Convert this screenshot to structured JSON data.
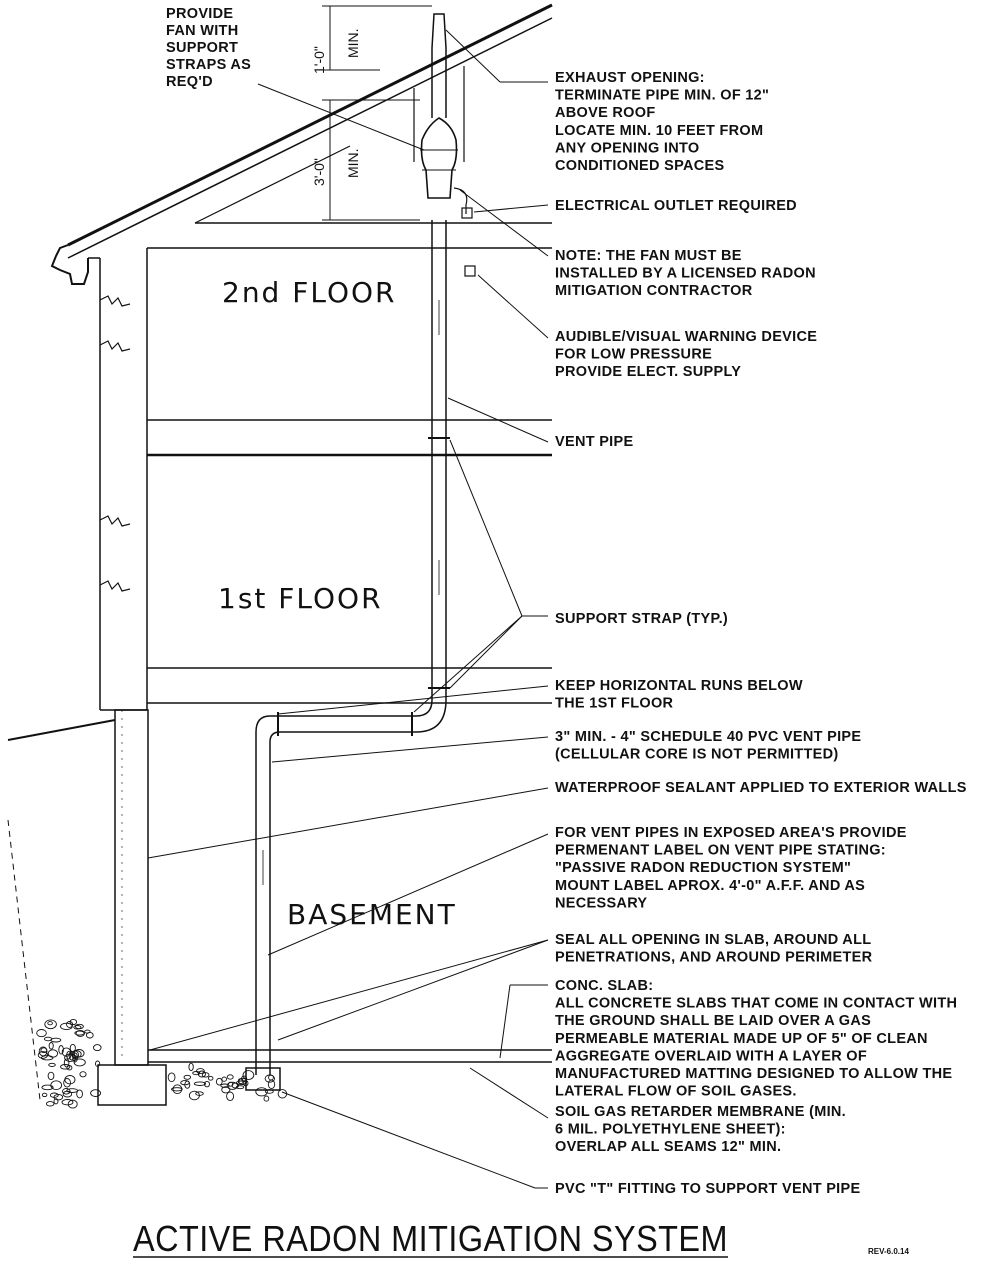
{
  "diagram": {
    "title": "ACTIVE RADON MITIGATION SYSTEM",
    "revision": "REV-6.0.14",
    "floors": {
      "second": "2nd FLOOR",
      "first": "1st FLOOR",
      "basement": "BASEMENT"
    },
    "dimensions": {
      "roof_clearance_value": "1'-0\"",
      "roof_clearance_note": "MIN.",
      "fan_height_value": "3'-0\"",
      "fan_height_note": "MIN."
    },
    "fan_note": [
      "PROVIDE",
      "FAN WITH",
      "SUPPORT",
      "STRAPS AS",
      "REQ'D"
    ],
    "callouts": [
      [
        "EXHAUST OPENING:",
        "TERMINATE PIPE MIN. OF 12\"",
        "ABOVE ROOF",
        "LOCATE MIN. 10 FEET FROM",
        "ANY OPENING INTO",
        "CONDITIONED SPACES"
      ],
      [
        "ELECTRICAL OUTLET REQUIRED"
      ],
      [
        "NOTE: THE FAN MUST BE",
        "INSTALLED BY A LICENSED RADON",
        "MITIGATION CONTRACTOR"
      ],
      [
        "AUDIBLE/VISUAL WARNING DEVICE",
        "FOR LOW PRESSURE",
        "PROVIDE ELECT. SUPPLY"
      ],
      [
        "VENT PIPE"
      ],
      [
        "SUPPORT STRAP (TYP.)"
      ],
      [
        "KEEP HORIZONTAL RUNS BELOW",
        "THE 1ST FLOOR"
      ],
      [
        "3\" MIN. - 4\" SCHEDULE 40 PVC VENT PIPE",
        "(CELLULAR CORE IS NOT PERMITTED)"
      ],
      [
        "WATERPROOF SEALANT APPLIED TO EXTERIOR WALLS"
      ],
      [
        "FOR VENT PIPES IN EXPOSED AREA'S PROVIDE",
        "PERMENANT LABEL ON VENT PIPE STATING:",
        "\"PASSIVE RADON REDUCTION SYSTEM\"",
        "MOUNT LABEL APROX. 4'-0\" A.F.F. AND AS",
        "NECESSARY"
      ],
      [
        "SEAL ALL OPENING IN SLAB, AROUND ALL",
        "PENETRATIONS, AND AROUND PERIMETER"
      ],
      [
        "CONC. SLAB:",
        "ALL CONCRETE SLABS THAT COME IN CONTACT WITH",
        "THE GROUND SHALL BE LAID OVER A GAS",
        "PERMEABLE MATERIAL MADE UP OF 5\" OF CLEAN",
        "AGGREGATE OVERLAID WITH A LAYER OF",
        "MANUFACTURED MATTING DESIGNED TO ALLOW THE",
        "LATERAL FLOW OF SOIL GASES."
      ],
      [
        "SOIL GAS RETARDER MEMBRANE (MIN.",
        "6 MIL. POLYETHYLENE SHEET):",
        "OVERLAP ALL SEAMS 12\" MIN."
      ],
      [
        "PVC \"T\" FITTING TO SUPPORT VENT PIPE"
      ]
    ]
  }
}
